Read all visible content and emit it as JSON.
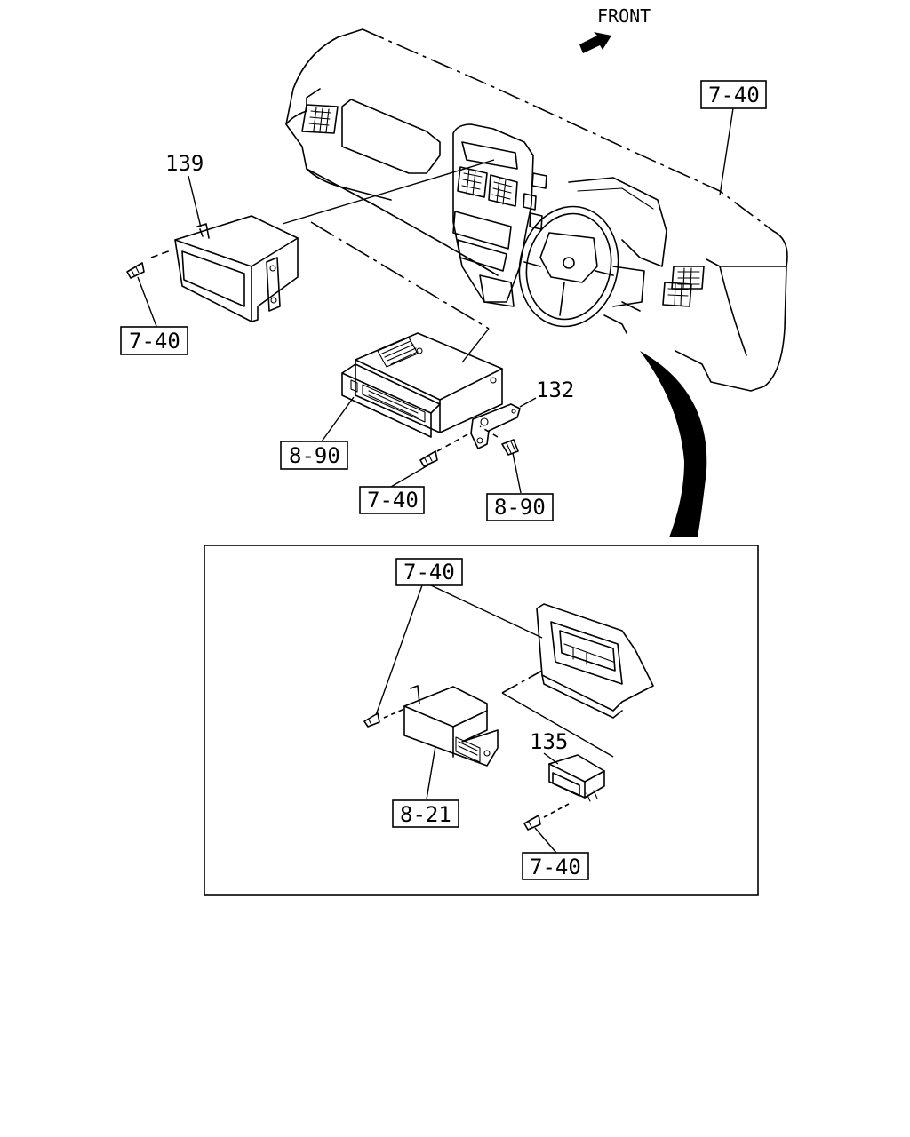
{
  "diagram": {
    "front_label": "FRONT",
    "callouts": [
      {
        "id": "ref-7-40-dash",
        "text": "7-40",
        "boxed": true
      },
      {
        "id": "part-139",
        "text": "139",
        "boxed": false
      },
      {
        "id": "ref-7-40-pocket",
        "text": "7-40",
        "boxed": true
      },
      {
        "id": "part-132",
        "text": "132",
        "boxed": false
      },
      {
        "id": "ref-8-90-radio",
        "text": "8-90",
        "boxed": true
      },
      {
        "id": "ref-7-40-screw",
        "text": "7-40",
        "boxed": true
      },
      {
        "id": "ref-8-90-screw",
        "text": "8-90",
        "boxed": true
      },
      {
        "id": "ref-7-40-inset-top",
        "text": "7-40",
        "boxed": true
      },
      {
        "id": "part-135",
        "text": "135",
        "boxed": false
      },
      {
        "id": "ref-8-21",
        "text": "8-21",
        "boxed": true
      },
      {
        "id": "ref-7-40-inset-bottom",
        "text": "7-40",
        "boxed": true
      }
    ]
  }
}
